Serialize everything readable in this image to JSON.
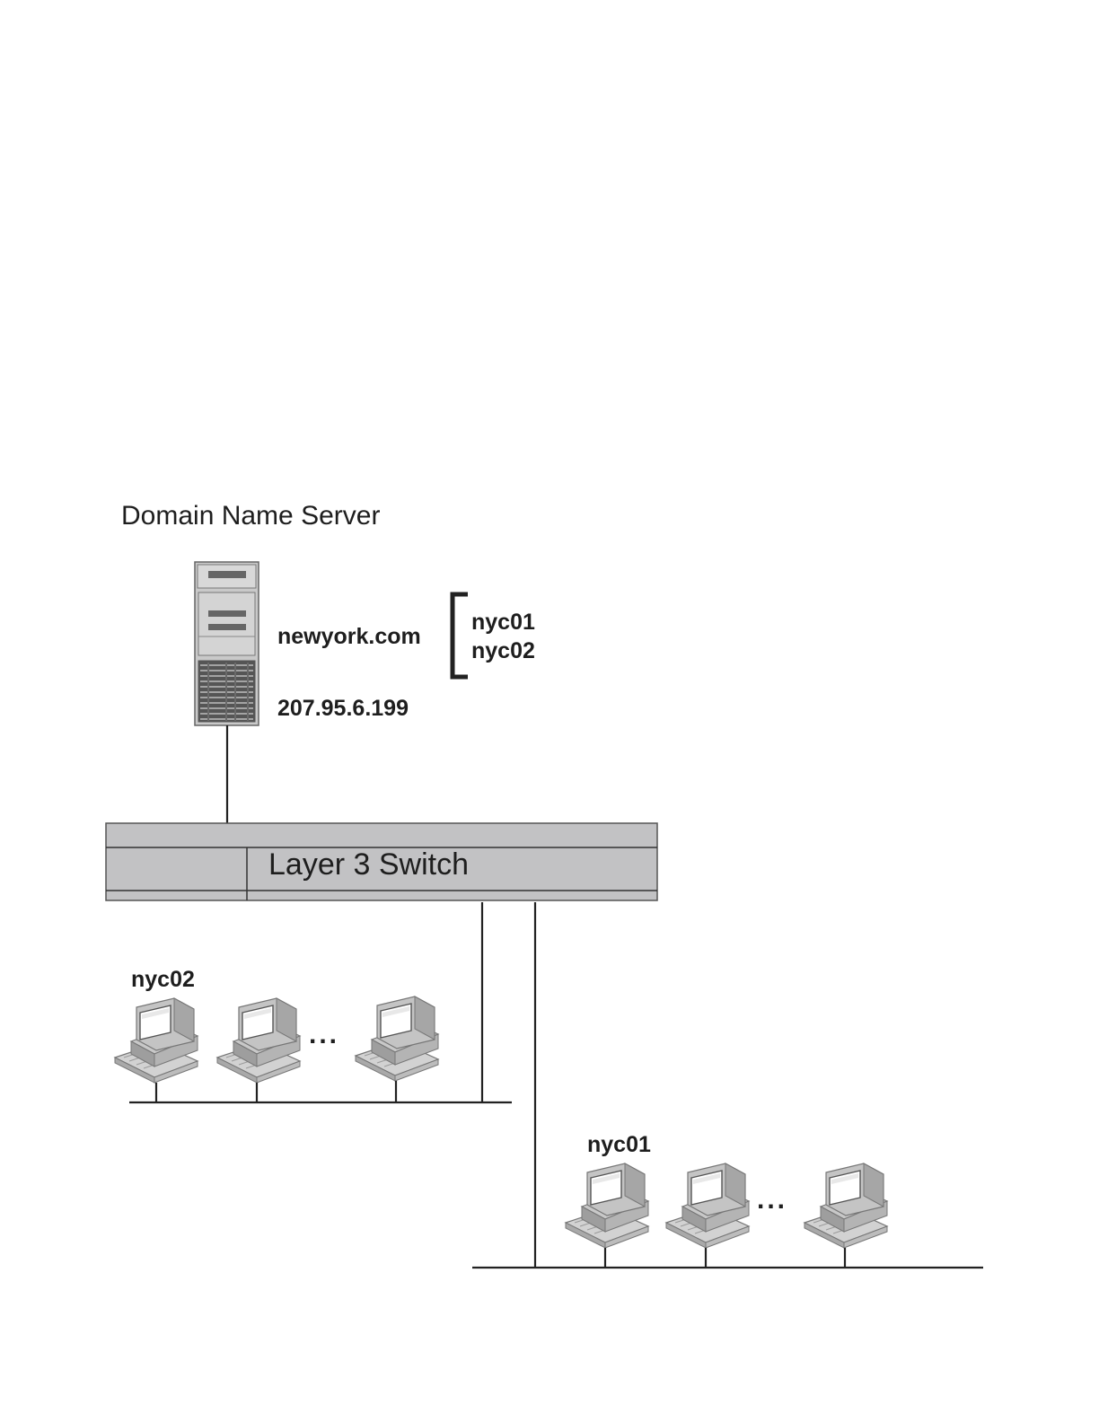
{
  "server": {
    "title": "Domain Name Server",
    "domain": "newyork.com",
    "ip": "207.95.6.199",
    "subdomains": [
      "nyc01",
      "nyc02"
    ]
  },
  "switch": {
    "label": "Layer 3 Switch"
  },
  "segments": {
    "left": {
      "name": "nyc02",
      "ellipsis": "..."
    },
    "right": {
      "name": "nyc01",
      "ellipsis": "..."
    }
  }
}
